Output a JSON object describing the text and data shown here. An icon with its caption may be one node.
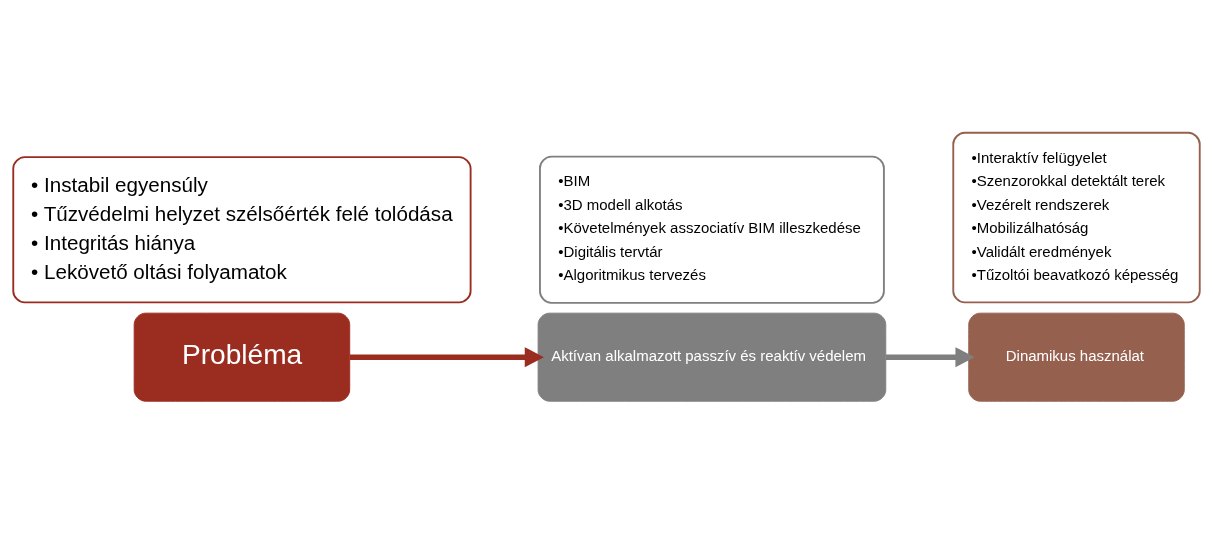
{
  "diagram": {
    "nodes": [
      {
        "text": [
          "Probléma"
        ]
      },
      {
        "text": [
          "• Instabil egyensúly",
          "• Tűzvédelmi helyzet szélsőérték felé tolódása",
          "• Integritás hiánya",
          "• Lekövető oltási folyamatok"
        ]
      },
      {
        "text": [
          "Aktívan alkalmazott passzív és reaktív védelem"
        ]
      },
      {
        "text": [
          "•BIM",
          "•3D modell alkotás",
          "•Követelmények asszociatív BIM illeszkedése",
          "•Digitális tervtár",
          "•Algoritmikus tervezés"
        ]
      },
      {
        "text": [
          "Dinamikus használat"
        ]
      },
      {
        "text": [
          "•Interaktív felügyelet",
          "•Szenzorokkal detektált terek",
          "•Vezérelt rendszerek",
          "•Mobilizálhatóság",
          "•Validált eredmények",
          "•Tűzoltói beavatkozó képesség"
        ]
      }
    ],
    "edges": [
      {
        "from": 0,
        "to": 2,
        "arrow": "to",
        "color": "#9b2d20"
      },
      {
        "from": 2,
        "to": 4,
        "arrow": "to",
        "color": "#7f7f7f"
      }
    ]
  }
}
